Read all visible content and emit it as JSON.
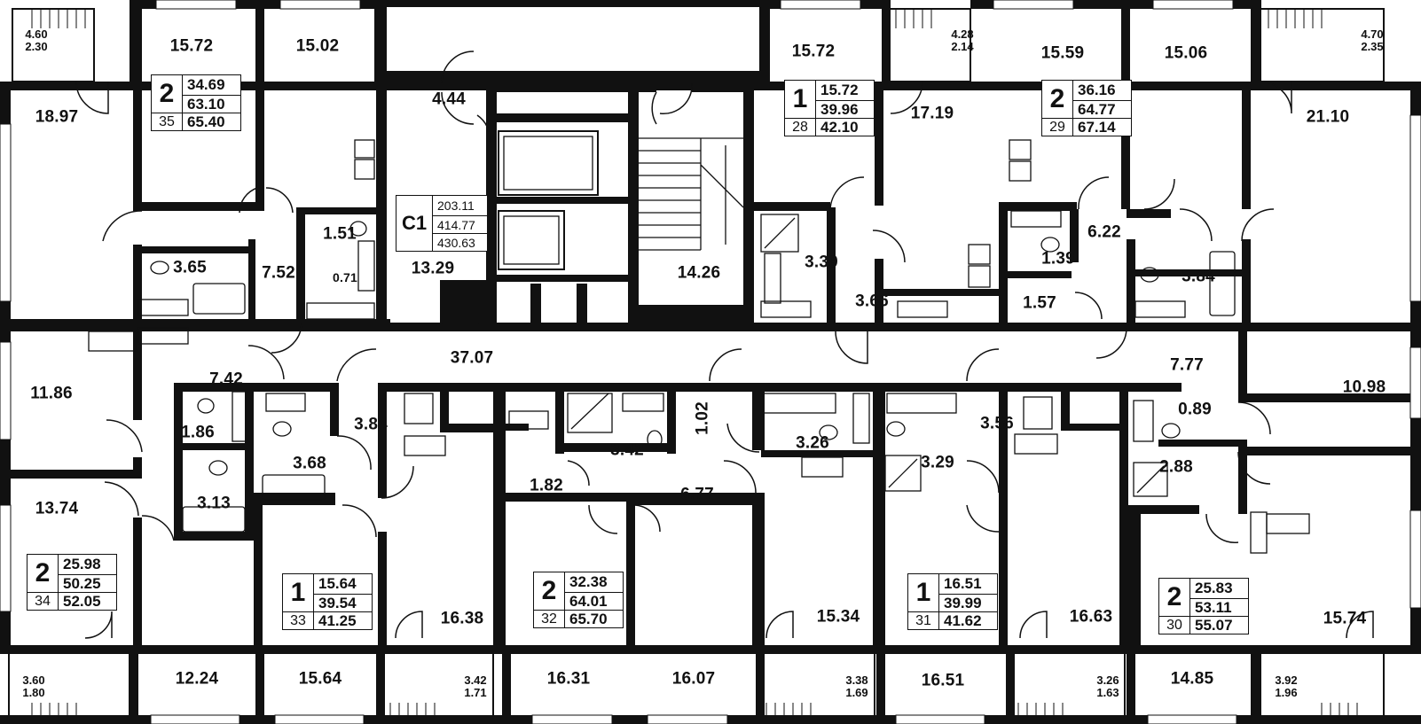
{
  "floor_plan": {
    "room_areas": [
      "15.72",
      "15.02",
      "18.97",
      "4.44",
      "15.72",
      "15.59",
      "15.06",
      "17.19",
      "21.10",
      "1.51",
      "3.65",
      "7.52",
      "0.71",
      "13.29",
      "14.26",
      "3.39",
      "3.66",
      "6.22",
      "1.39",
      "3.84",
      "1.57",
      "37.07",
      "11.86",
      "7.42",
      "7.77",
      "10.98",
      "0.89",
      "1.86",
      "3.84",
      "3.68",
      "3.13",
      "3.42",
      "1.02",
      "3.26",
      "3.56",
      "3.29",
      "2.88",
      "1.82",
      "6.77",
      "13.74",
      "16.38",
      "15.34",
      "16.63",
      "15.74",
      "12.24",
      "15.64",
      "16.31",
      "16.07",
      "16.51",
      "14.85"
    ],
    "balconies": [
      [
        "4.60",
        "2.30"
      ],
      [
        "4.28",
        "2.14"
      ],
      [
        "4.70",
        "2.35"
      ],
      [
        "3.60",
        "1.80"
      ],
      [
        "3.42",
        "1.71"
      ],
      [
        "3.38",
        "1.69"
      ],
      [
        "3.26",
        "1.63"
      ],
      [
        "3.92",
        "1.96"
      ]
    ],
    "apartments": [
      {
        "rooms": "2",
        "id": "35",
        "living": "34.69",
        "total": "63.10",
        "total_with_balcony": "65.40"
      },
      {
        "rooms": "1",
        "id": "28",
        "living": "15.72",
        "total": "39.96",
        "total_with_balcony": "42.10"
      },
      {
        "rooms": "2",
        "id": "29",
        "living": "36.16",
        "total": "64.77",
        "total_with_balcony": "67.14"
      },
      {
        "rooms": "2",
        "id": "34",
        "living": "25.98",
        "total": "50.25",
        "total_with_balcony": "52.05"
      },
      {
        "rooms": "1",
        "id": "33",
        "living": "15.64",
        "total": "39.54",
        "total_with_balcony": "41.25"
      },
      {
        "rooms": "2",
        "id": "32",
        "living": "32.38",
        "total": "64.01",
        "total_with_balcony": "65.70"
      },
      {
        "rooms": "1",
        "id": "31",
        "living": "16.51",
        "total": "39.99",
        "total_with_balcony": "41.62"
      },
      {
        "rooms": "2",
        "id": "30",
        "living": "25.83",
        "total": "53.11",
        "total_with_balcony": "55.07"
      }
    ],
    "commercial": {
      "label": "C1",
      "values": [
        "203.11",
        "414.77",
        "430.63"
      ]
    }
  }
}
